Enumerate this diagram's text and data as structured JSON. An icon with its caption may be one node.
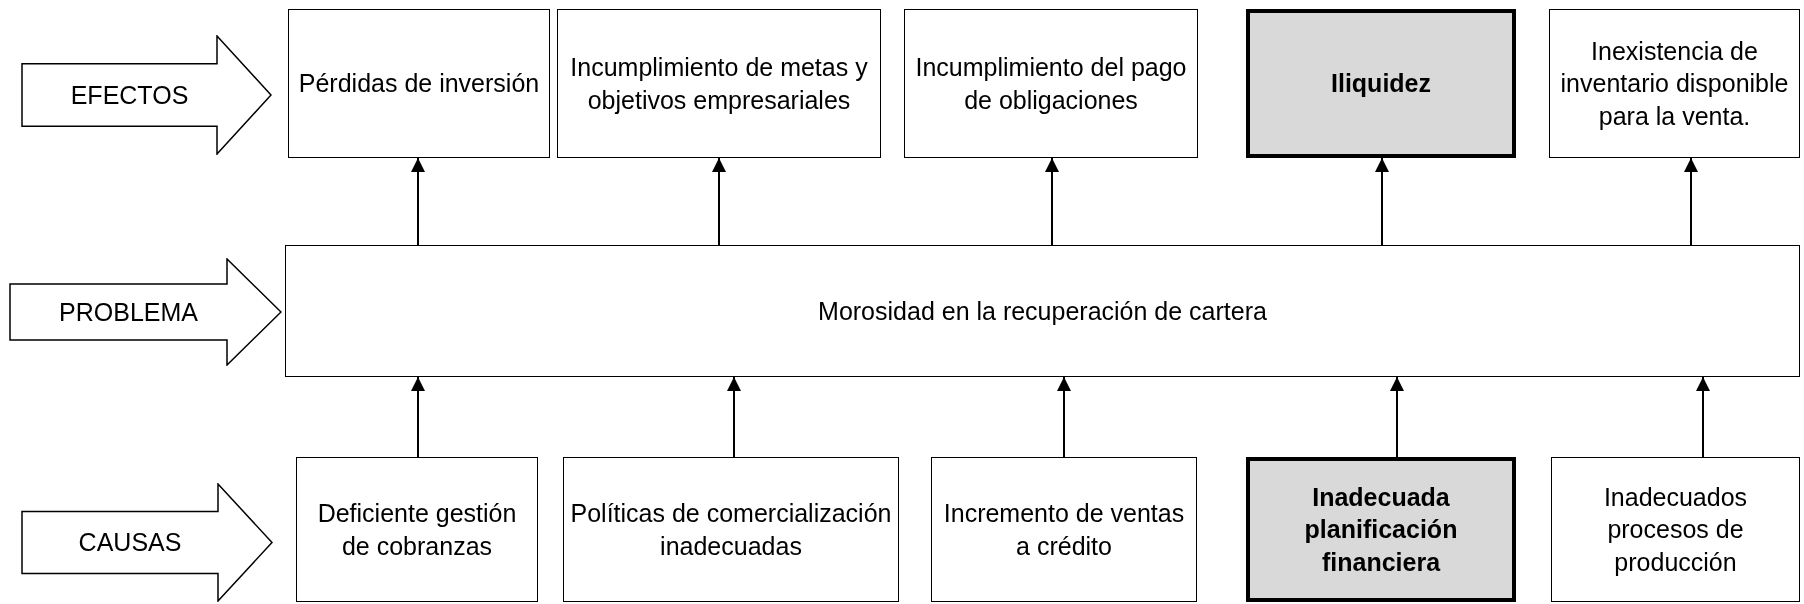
{
  "diagram": {
    "nodes": [
      {
        "text": [
          "EFECTOS"
        ]
      },
      {
        "text": [
          "Pérdidas de inversión"
        ]
      },
      {
        "text": [
          "Incumplimiento de metas y objetivos empresariales"
        ]
      },
      {
        "text": [
          "Incumplimiento del pago de obligaciones"
        ]
      },
      {
        "text": [
          "Iliquidez"
        ]
      },
      {
        "text": [
          "Inexistencia de inventario disponible para la venta."
        ]
      },
      {
        "text": [
          "PROBLEMA"
        ]
      },
      {
        "text": [
          "Morosidad en la recuperación de cartera"
        ]
      },
      {
        "text": [
          "CAUSAS"
        ]
      },
      {
        "text": [
          "Deficiente gestión de cobranzas"
        ]
      },
      {
        "text": [
          "Políticas de comercialización inadecuadas"
        ]
      },
      {
        "text": [
          "Incremento de ventas a crédito"
        ]
      },
      {
        "text": [
          "Inadecuada planificación financiera"
        ]
      },
      {
        "text": [
          "Inadecuados procesos de producción"
        ]
      }
    ],
    "edges": [
      {
        "from": 7,
        "to": 1,
        "arrow": "to"
      },
      {
        "from": 7,
        "to": 2,
        "arrow": "to"
      },
      {
        "from": 7,
        "to": 3,
        "arrow": "to"
      },
      {
        "from": 7,
        "to": 4,
        "arrow": "to"
      },
      {
        "from": 7,
        "to": 5,
        "arrow": "to"
      },
      {
        "from": 9,
        "to": 7,
        "arrow": "to"
      },
      {
        "from": 10,
        "to": 7,
        "arrow": "to"
      },
      {
        "from": 11,
        "to": 7,
        "arrow": "to"
      },
      {
        "from": 12,
        "to": 7,
        "arrow": "to"
      },
      {
        "from": 13,
        "to": 7,
        "arrow": "to"
      }
    ]
  }
}
